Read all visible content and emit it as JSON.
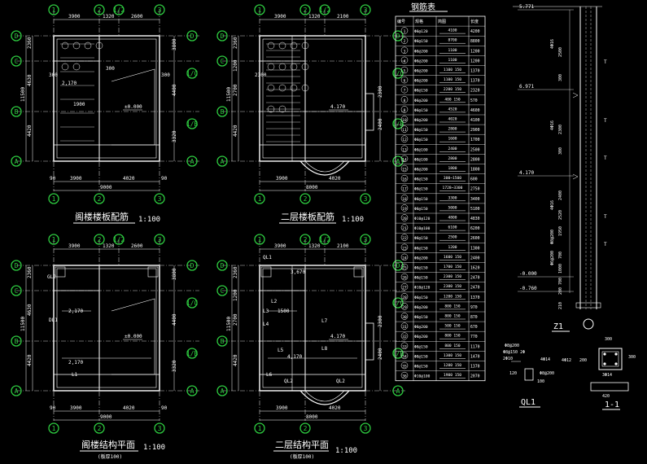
{
  "plans": [
    {
      "title": "阁楼楼板配筋",
      "scale": "1:100",
      "subtitle": "",
      "top_dims": [
        "3900",
        "1320",
        "2600"
      ],
      "bottom_dims": [
        "90",
        "3900",
        "4020",
        "90"
      ],
      "bottom_total": "9000",
      "left_dims": [
        "2360",
        "4630",
        "4420"
      ],
      "left_total": "11500",
      "right_dims": [
        "3800",
        "4400",
        "3320"
      ],
      "level": "±0.000",
      "notes": [
        "300",
        "2,170",
        "300",
        "1900",
        "300"
      ]
    },
    {
      "title": "二层楼板配筋",
      "scale": "1:100",
      "subtitle": "",
      "top_dims": [
        "3900",
        "1320",
        "2100"
      ],
      "bottom_dims": [
        "3900",
        "4020"
      ],
      "bottom_total": "8000",
      "left_dims": [
        "2360",
        "1200",
        "2700",
        "4420"
      ],
      "left_total": "11500",
      "right_dims": [
        "2300",
        "2400"
      ],
      "level": "4.170",
      "notes": [
        "2300"
      ]
    },
    {
      "title": "阁楼结构平面",
      "scale": "1:100",
      "subtitle": "(板厚100)",
      "top_dims": [
        "3900",
        "1320",
        "2600"
      ],
      "bottom_dims": [
        "90",
        "3900",
        "4020",
        "90"
      ],
      "bottom_total": "9000",
      "left_dims": [
        "2360",
        "4630",
        "4420"
      ],
      "left_total": "11500",
      "right_dims": [
        "3800",
        "4400",
        "3320"
      ],
      "level": "±0.000",
      "notes": [
        "2,170",
        "2,170",
        "GL2",
        "DL1",
        "L1"
      ]
    },
    {
      "title": "二层结构平面",
      "scale": "1:100",
      "subtitle": "(板厚100)",
      "top_dims": [
        "3900",
        "1320",
        "2100"
      ],
      "bottom_dims": [
        "3900",
        "4020"
      ],
      "bottom_total": "8000",
      "left_dims": [
        "2360",
        "1200",
        "2700",
        "4420"
      ],
      "left_total": "11500",
      "right_dims": [
        "2300",
        "2400"
      ],
      "level": "4.170",
      "notes": [
        "QL1",
        "L2",
        "L3",
        "L4",
        "L5",
        "L6",
        "L7",
        "L8",
        "QL2",
        "QL2",
        "3,670",
        "1500",
        "4,170"
      ]
    }
  ],
  "axes": {
    "top": [
      "1",
      "2",
      "1/2",
      "3"
    ],
    "bottom": [
      "1",
      "2",
      "3"
    ],
    "left": [
      "D",
      "C",
      "B",
      "A"
    ],
    "right": [
      "D",
      "1/C",
      "1/B",
      "A"
    ]
  },
  "rebar_table": {
    "title": "钢筋表",
    "headers": [
      "编号",
      "规格",
      "简图",
      "长度"
    ],
    "rows": [
      [
        "1",
        "Φ8@120",
        "4100",
        "4200"
      ],
      [
        "2",
        "Φ8@150",
        "8700",
        "8800"
      ],
      [
        "3",
        "Φ8@200",
        "1100",
        "1200"
      ],
      [
        "4",
        "Φ8@200",
        "1100",
        "1200"
      ],
      [
        "5",
        "Φ8@200",
        "1100 150",
        "1370"
      ],
      [
        "6",
        "Φ8@200",
        "1100 150",
        "1370"
      ],
      [
        "7",
        "Φ8@150",
        "2200 150",
        "2320"
      ],
      [
        "8",
        "Φ8@200",
        "400 150",
        "570"
      ],
      [
        "9",
        "Φ8@150",
        "4520",
        "4600"
      ],
      [
        "10",
        "Φ8@200",
        "4020",
        "4100"
      ],
      [
        "11",
        "Φ8@150",
        "2800",
        "2900"
      ],
      [
        "12",
        "Φ8@150",
        "1600",
        "1700"
      ],
      [
        "13",
        "Φ8@100",
        "2400",
        "2500"
      ],
      [
        "14",
        "Φ8@100",
        "2800",
        "2800"
      ],
      [
        "15",
        "Φ8@200",
        "1800",
        "1800"
      ],
      [
        "16",
        "Φ8@150",
        "300~1500",
        "600"
      ],
      [
        "17",
        "Φ8@150",
        "1728~3300",
        "2750"
      ],
      [
        "18",
        "Φ8@150",
        "3300",
        "3400"
      ],
      [
        "19",
        "Φ8@150",
        "5000",
        "5100"
      ],
      [
        "20",
        "Φ10@120",
        "4800",
        "4830"
      ],
      [
        "21",
        "Φ10@100",
        "6100",
        "6200"
      ],
      [
        "22",
        "Φ8@150",
        "2500",
        "2600"
      ],
      [
        "23",
        "Φ8@150",
        "1200",
        "1300"
      ],
      [
        "24",
        "Φ8@200",
        "1600 150",
        "2400"
      ],
      [
        "25",
        "Φ8@150",
        "1700 150",
        "1620"
      ],
      [
        "26",
        "Φ8@150",
        "2300 150",
        "2470"
      ],
      [
        "27",
        "Φ10@120",
        "2300 150",
        "2470"
      ],
      [
        "28",
        "Φ8@150",
        "1200 150",
        "1370"
      ],
      [
        "29",
        "Φ8@200",
        "800 150",
        "970"
      ],
      [
        "30",
        "Φ8@150",
        "800 150",
        "870"
      ],
      [
        "31",
        "Φ8@200",
        "500 150",
        "670"
      ],
      [
        "32",
        "Φ8@200",
        "800 150",
        "770"
      ],
      [
        "33",
        "Φ8@150",
        "800 150",
        "1170"
      ],
      [
        "34",
        "Φ8@150",
        "1300 150",
        "1470"
      ],
      [
        "35",
        "Φ8@150",
        "1200 150",
        "1370"
      ],
      [
        "36",
        "Φ10@100",
        "1900 150",
        "2070"
      ]
    ]
  },
  "column": {
    "name": "Z1",
    "levels": [
      "5.771",
      "6.971",
      "4.170",
      "-0.000",
      "-0.760"
    ],
    "dims": [
      "2500",
      "300",
      "2300",
      "300",
      "2400",
      "2520",
      "1950",
      "700",
      "1000",
      "700",
      "200",
      "210"
    ],
    "labels": [
      "4Φ16",
      "4Φ16",
      "4Φ16",
      "Φ8@200",
      "Φ6@200"
    ]
  },
  "beam_detail": {
    "name": "QL1",
    "labels": [
      "Φ8@200",
      "Φ8@150 2Φ",
      "2Φ10",
      "4Φ14",
      "Φ8@200",
      "4Φ12",
      "120",
      "100"
    ]
  },
  "section": {
    "name": "1-1",
    "labels": [
      "300",
      "300",
      "3Φ14",
      "200",
      "420"
    ]
  }
}
